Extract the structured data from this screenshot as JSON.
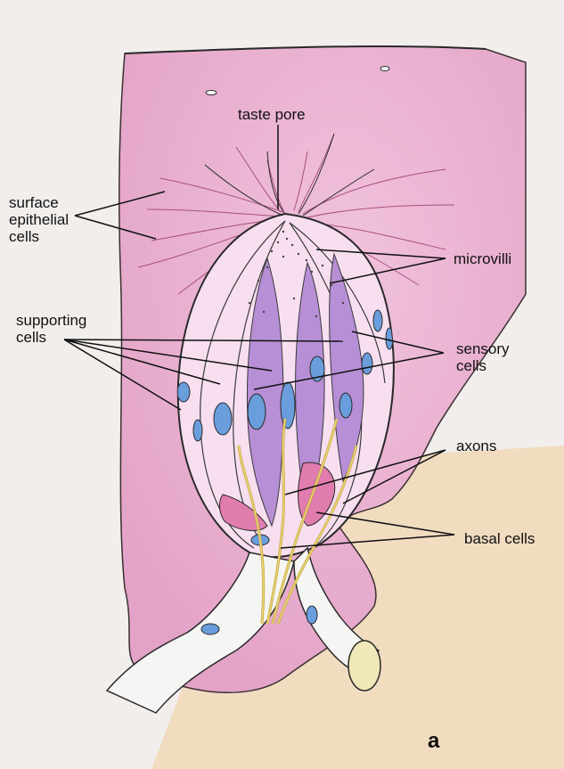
{
  "labels": {
    "taste_pore": "taste pore",
    "surface_epithelial": [
      "surface",
      "epithelial",
      "cells"
    ],
    "microvilli": "microvilli",
    "supporting": [
      "supporting",
      "cells"
    ],
    "sensory": [
      "sensory",
      "cells"
    ],
    "axons": "axons",
    "basal": "basal cells",
    "panel": "a"
  },
  "colors": {
    "page": "#f1eeec",
    "epithelium": "#e3a7cb",
    "epithelium_light": "#f3d3e4",
    "connective_tissue": "#f1dcc0",
    "bud_outline": "#2a2a2a",
    "supporting_cell": "#f7dff0",
    "sensory_cell": "#b78fd6",
    "nucleus": "#6a9ddc",
    "axon": "#e9d77a",
    "nerve": "#f5f5f3",
    "basal_cell": "#e07cae"
  }
}
